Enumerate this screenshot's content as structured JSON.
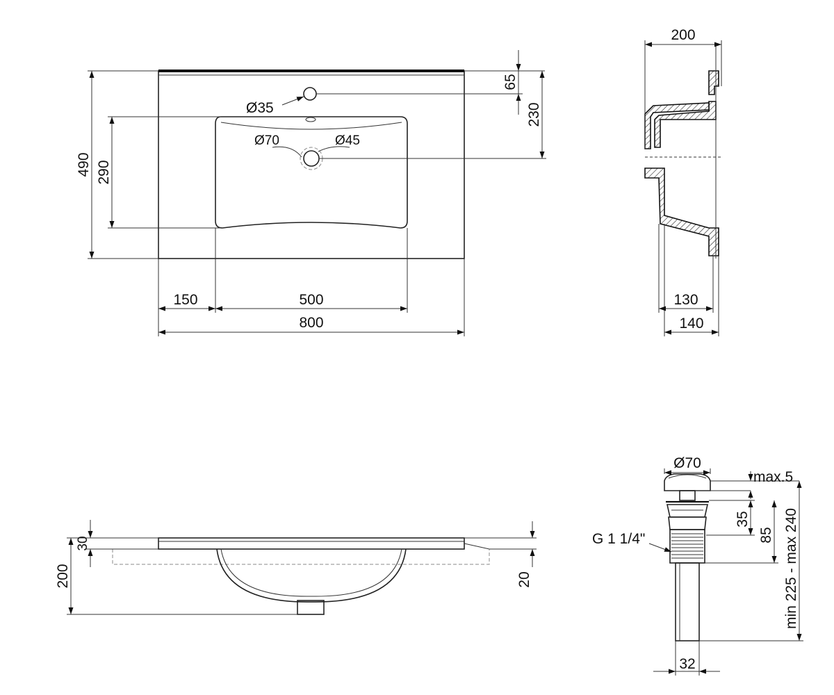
{
  "top_view": {
    "dim_width": "800",
    "dim_left_offset": "150",
    "dim_basin_width": "500",
    "dim_depth": "490",
    "dim_basin_depth": "290",
    "dim_tap_offset": "65",
    "dim_drain_offset": "230",
    "dim_tap_hole": "Ø35",
    "dim_drain_outer": "Ø70",
    "dim_drain_inner": "Ø45"
  },
  "side_section": {
    "dim_top": "200",
    "dim_bottom_inner": "130",
    "dim_bottom_outer": "140"
  },
  "front_view": {
    "dim_height": "200",
    "dim_rim": "30",
    "dim_lip": "20"
  },
  "drain_detail": {
    "dim_cap": "Ø70",
    "dim_cap_gap": "max.5",
    "dim_thread_label": "G 1 1/4\"",
    "dim_upper": "35",
    "dim_body": "85",
    "dim_total": "min 225 - max 240",
    "dim_pipe": "32"
  }
}
